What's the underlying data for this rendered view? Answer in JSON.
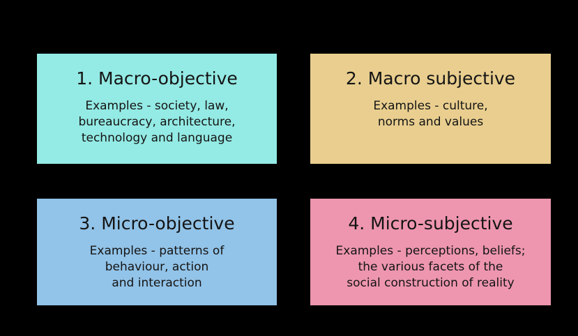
{
  "canvas": {
    "background_color": "#000000",
    "text_color": "#141414"
  },
  "quadrants": [
    {
      "title": "1. Macro-objective",
      "color": "#94EAE4",
      "lines": [
        "Examples - society, law,",
        "bureaucracy, architecture,",
        "technology and language"
      ]
    },
    {
      "title": "2. Macro subjective",
      "color": "#E9CE8F",
      "lines": [
        "Examples - culture,",
        "norms and values"
      ]
    },
    {
      "title": "3. Micro-objective",
      "color": "#92C3E8",
      "lines": [
        "Examples - patterns of",
        "behaviour, action",
        "and interaction"
      ]
    },
    {
      "title": "4. Micro-subjective",
      "color": "#EE96AF",
      "lines": [
        "Examples - perceptions, beliefs;",
        "the various facets of the",
        "social construction of reality"
      ]
    }
  ]
}
